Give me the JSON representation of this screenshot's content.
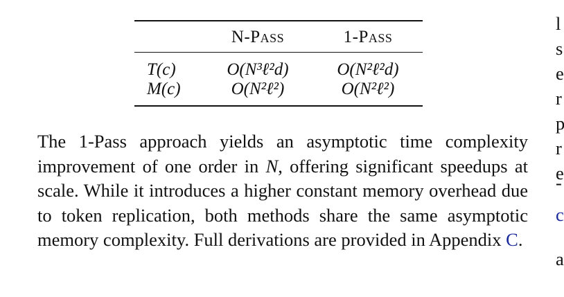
{
  "table": {
    "headers": [
      "",
      "N-Pass",
      "1-Pass"
    ],
    "rows": [
      {
        "label": "T(c)",
        "n_pass": "O(N³ℓ²d)",
        "one_pass": "O(N²ℓ²d)"
      },
      {
        "label": "M(c)",
        "n_pass": "O(N²ℓ²)",
        "one_pass": "O(N²ℓ²)"
      }
    ]
  },
  "paragraph": {
    "before_n": "The 1-Pass approach yields an asymptotic time complex­ity improvement of one order in ",
    "n_symbol": "N",
    "after_n": ", offering significant speedups at scale. While it introduces a higher constant memory overhead due to token replication, both methods share the same asymptotic memory complexity. Full deriva­tions are provided in Appendix ",
    "appendix_ref": "C",
    "end": "."
  },
  "right_column_fragments": [
    "l",
    "s",
    "e",
    "r",
    "p",
    "r",
    "e",
    "-",
    "c",
    "a"
  ]
}
